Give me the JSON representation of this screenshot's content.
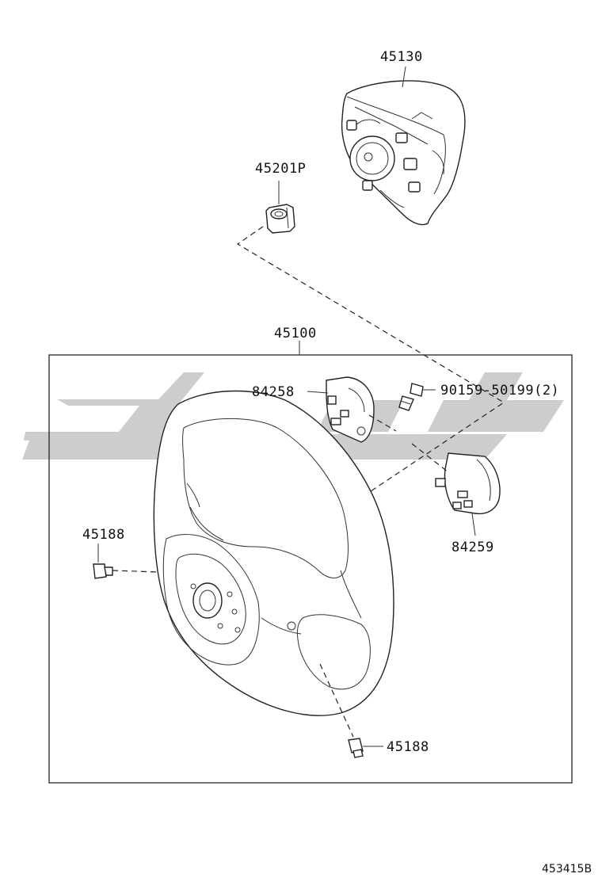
{
  "diagram": {
    "figure_code": "453415B",
    "parts": [
      {
        "id": "45130",
        "label": "45130"
      },
      {
        "id": "45201P",
        "label": "45201P"
      },
      {
        "id": "45100",
        "label": "45100"
      },
      {
        "id": "84258",
        "label": "84258"
      },
      {
        "id": "90159",
        "label": "90159-50199(2)"
      },
      {
        "id": "84259",
        "label": "84259"
      },
      {
        "id": "45188a",
        "label": "45188"
      },
      {
        "id": "45188b",
        "label": "45188"
      }
    ],
    "colors": {
      "line": "#222222",
      "watermark": "#c8c8c8",
      "background": "#ffffff"
    }
  }
}
